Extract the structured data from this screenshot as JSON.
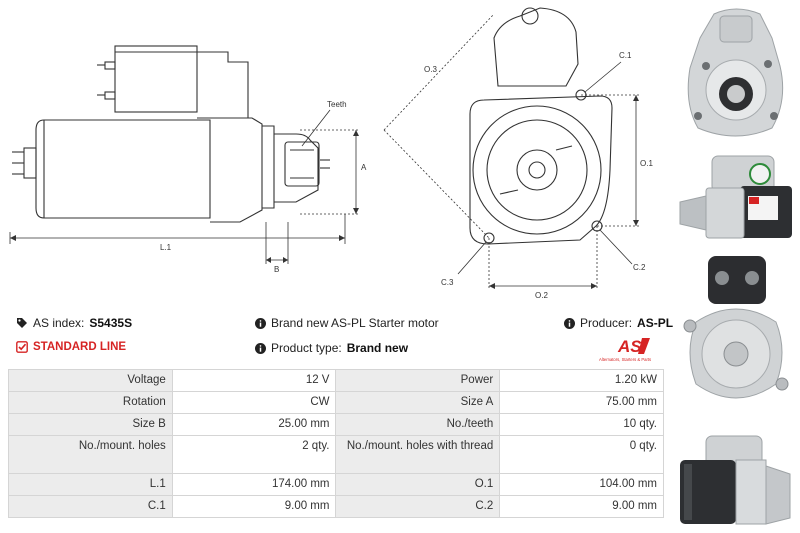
{
  "drawing": {
    "labels": {
      "teeth": "Teeth",
      "a": "A",
      "l1": "L.1",
      "b": "B",
      "o3": "O.3",
      "c1": "C.1",
      "o1": "O.1",
      "c3": "C.3",
      "c2": "C.2",
      "o2": "O.2"
    }
  },
  "info": {
    "as_index_label": "AS index:",
    "as_index_value": "S5435S",
    "brand_text": "Brand new AS-PL Starter motor",
    "producer_label": "Producer:",
    "producer_value": "AS-PL",
    "standard_line": "STANDARD LINE",
    "product_type_label": "Product type:",
    "product_type_value": "Brand new",
    "logo_text": "AS",
    "logo_tagline": "Alternators, Starters & Parts",
    "colors": {
      "accent_red": "#d62424"
    }
  },
  "specs": {
    "rows": [
      {
        "l1": "Voltage",
        "v1": "12 V",
        "l2": "Power",
        "v2": "1.20 kW"
      },
      {
        "l1": "Rotation",
        "v1": "CW",
        "l2": "Size A",
        "v2": "75.00 mm"
      },
      {
        "l1": "Size B",
        "v1": "25.00 mm",
        "l2": "No./teeth",
        "v2": "10 qty."
      },
      {
        "l1": "No./mount. holes",
        "v1": "2 qty.",
        "l2": "No./mount. holes with thread",
        "v2": "0 qty."
      },
      {
        "l1": "L.1",
        "v1": "174.00 mm",
        "l2": "O.1",
        "v2": "104.00 mm"
      },
      {
        "l1": "C.1",
        "v1": "9.00 mm",
        "l2": "C.2",
        "v2": "9.00 mm"
      }
    ]
  }
}
